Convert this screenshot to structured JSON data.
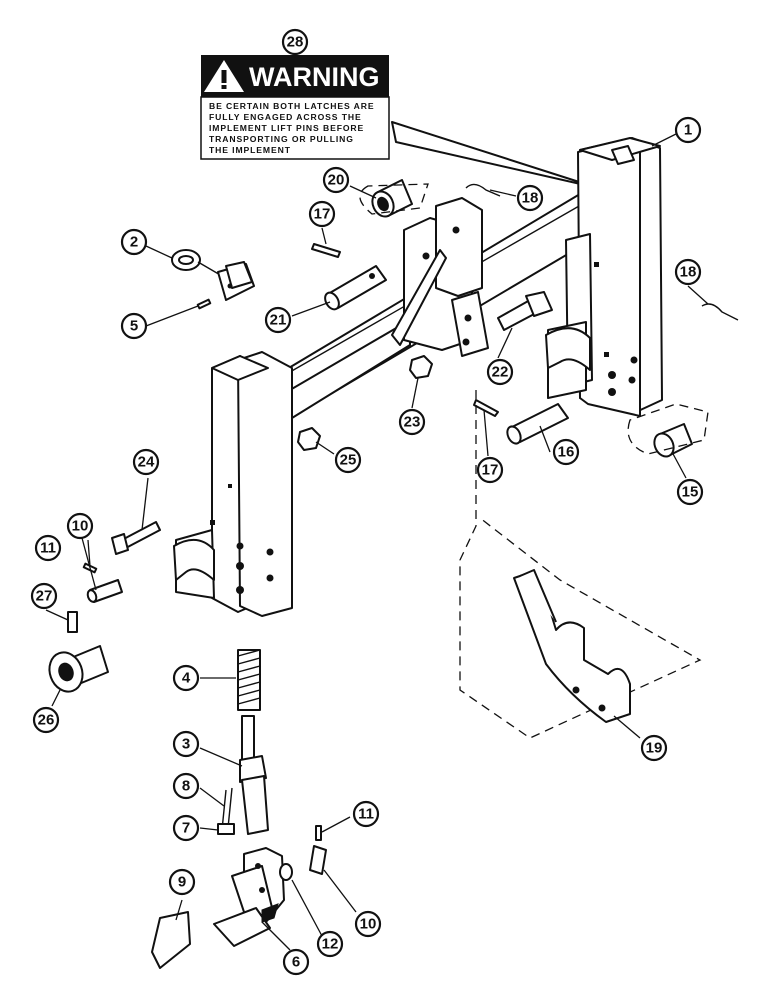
{
  "warning_label": {
    "callout": "28",
    "title": "WARNING",
    "lines": [
      "BE CERTAIN BOTH LATCHES ARE",
      "FULLY ENGAGED ACROSS THE",
      "IMPLEMENT LIFT PINS BEFORE",
      "TRANSPORTING OR PULLING",
      "THE IMPLEMENT"
    ]
  },
  "callouts": [
    {
      "id": "c1",
      "label": "1"
    },
    {
      "id": "c2",
      "label": "2"
    },
    {
      "id": "c3",
      "label": "3"
    },
    {
      "id": "c4",
      "label": "4"
    },
    {
      "id": "c5",
      "label": "5"
    },
    {
      "id": "c6",
      "label": "6"
    },
    {
      "id": "c7",
      "label": "7"
    },
    {
      "id": "c8",
      "label": "8"
    },
    {
      "id": "c9",
      "label": "9"
    },
    {
      "id": "c10a",
      "label": "10"
    },
    {
      "id": "c10b",
      "label": "10"
    },
    {
      "id": "c11a",
      "label": "11"
    },
    {
      "id": "c11b",
      "label": "11"
    },
    {
      "id": "c12",
      "label": "12"
    },
    {
      "id": "c15",
      "label": "15"
    },
    {
      "id": "c16",
      "label": "16"
    },
    {
      "id": "c17a",
      "label": "17"
    },
    {
      "id": "c17b",
      "label": "17"
    },
    {
      "id": "c18a",
      "label": "18"
    },
    {
      "id": "c18b",
      "label": "18"
    },
    {
      "id": "c19",
      "label": "19"
    },
    {
      "id": "c20",
      "label": "20"
    },
    {
      "id": "c21",
      "label": "21"
    },
    {
      "id": "c22",
      "label": "22"
    },
    {
      "id": "c23",
      "label": "23"
    },
    {
      "id": "c24",
      "label": "24"
    },
    {
      "id": "c25",
      "label": "25"
    },
    {
      "id": "c26",
      "label": "26"
    },
    {
      "id": "c27",
      "label": "27"
    }
  ]
}
